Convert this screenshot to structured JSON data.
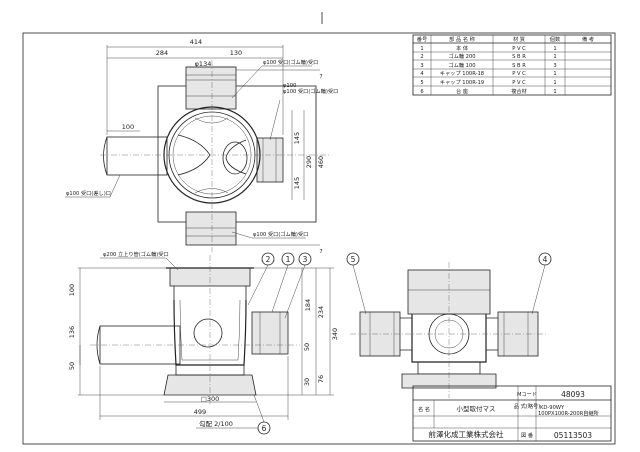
{
  "parts_table": {
    "headers": [
      "番号",
      "部 品 名 称",
      "材 質",
      "個数",
      "備 考"
    ],
    "rows": [
      [
        "1",
        "本 体",
        "P V C",
        "1",
        ""
      ],
      [
        "2",
        "ゴム輪 200",
        "S B R",
        "1",
        ""
      ],
      [
        "3",
        "ゴム輪 100",
        "S B R",
        "3",
        ""
      ],
      [
        "4",
        "キャップ 100R-18",
        "P V C",
        "1",
        ""
      ],
      [
        "5",
        "キャップ 100R-19",
        "P V C",
        "1",
        ""
      ],
      [
        "6",
        "台 座",
        "複合材",
        "1",
        ""
      ]
    ]
  },
  "title_block": {
    "m_code_label": "Mコード",
    "m_code": "48093",
    "name_label": "名 名",
    "name": "小型取付マス",
    "model_label": "品 式(略号)",
    "model": "KD-90WY",
    "model_sub": "100PX100R-200R自継所",
    "company": "前澤化成工業株式会社",
    "drawing_no_label": "図 番",
    "drawing_no": "05113503"
  },
  "plan_view": {
    "dims": {
      "total_width": "414",
      "left_width": "284",
      "right_width": "130",
      "top_dia": "φ134",
      "left_pipe": "100",
      "height_145_upper": "145",
      "height_145_lower": "145",
      "height_290": "290",
      "height_460": "460",
      "gap_7_top": "7",
      "gap_7_bottom": "7"
    },
    "labels": {
      "top_socket": "φ100 受口(ゴム輪)受口",
      "right_socket": "φ100 受口(ゴム輪)受口",
      "left_socket": "φ100 受口(差し)口",
      "bottom_socket": "φ100 受口(ゴム輪)受口"
    }
  },
  "front_view": {
    "label_top": "φ200 立上り管(ゴム輪)受口",
    "dims": {
      "h100": "100",
      "h136": "136",
      "h50_left": "50",
      "h184": "184",
      "h234": "234",
      "h340": "340",
      "h50_right": "50",
      "h30": "30",
      "h76": "76",
      "base": "□300",
      "total": "499",
      "slope": "勾配 2/100"
    }
  },
  "balloons": {
    "b1": "1",
    "b2": "2",
    "b3": "3",
    "b4": "4",
    "b5": "5",
    "b6": "6"
  }
}
